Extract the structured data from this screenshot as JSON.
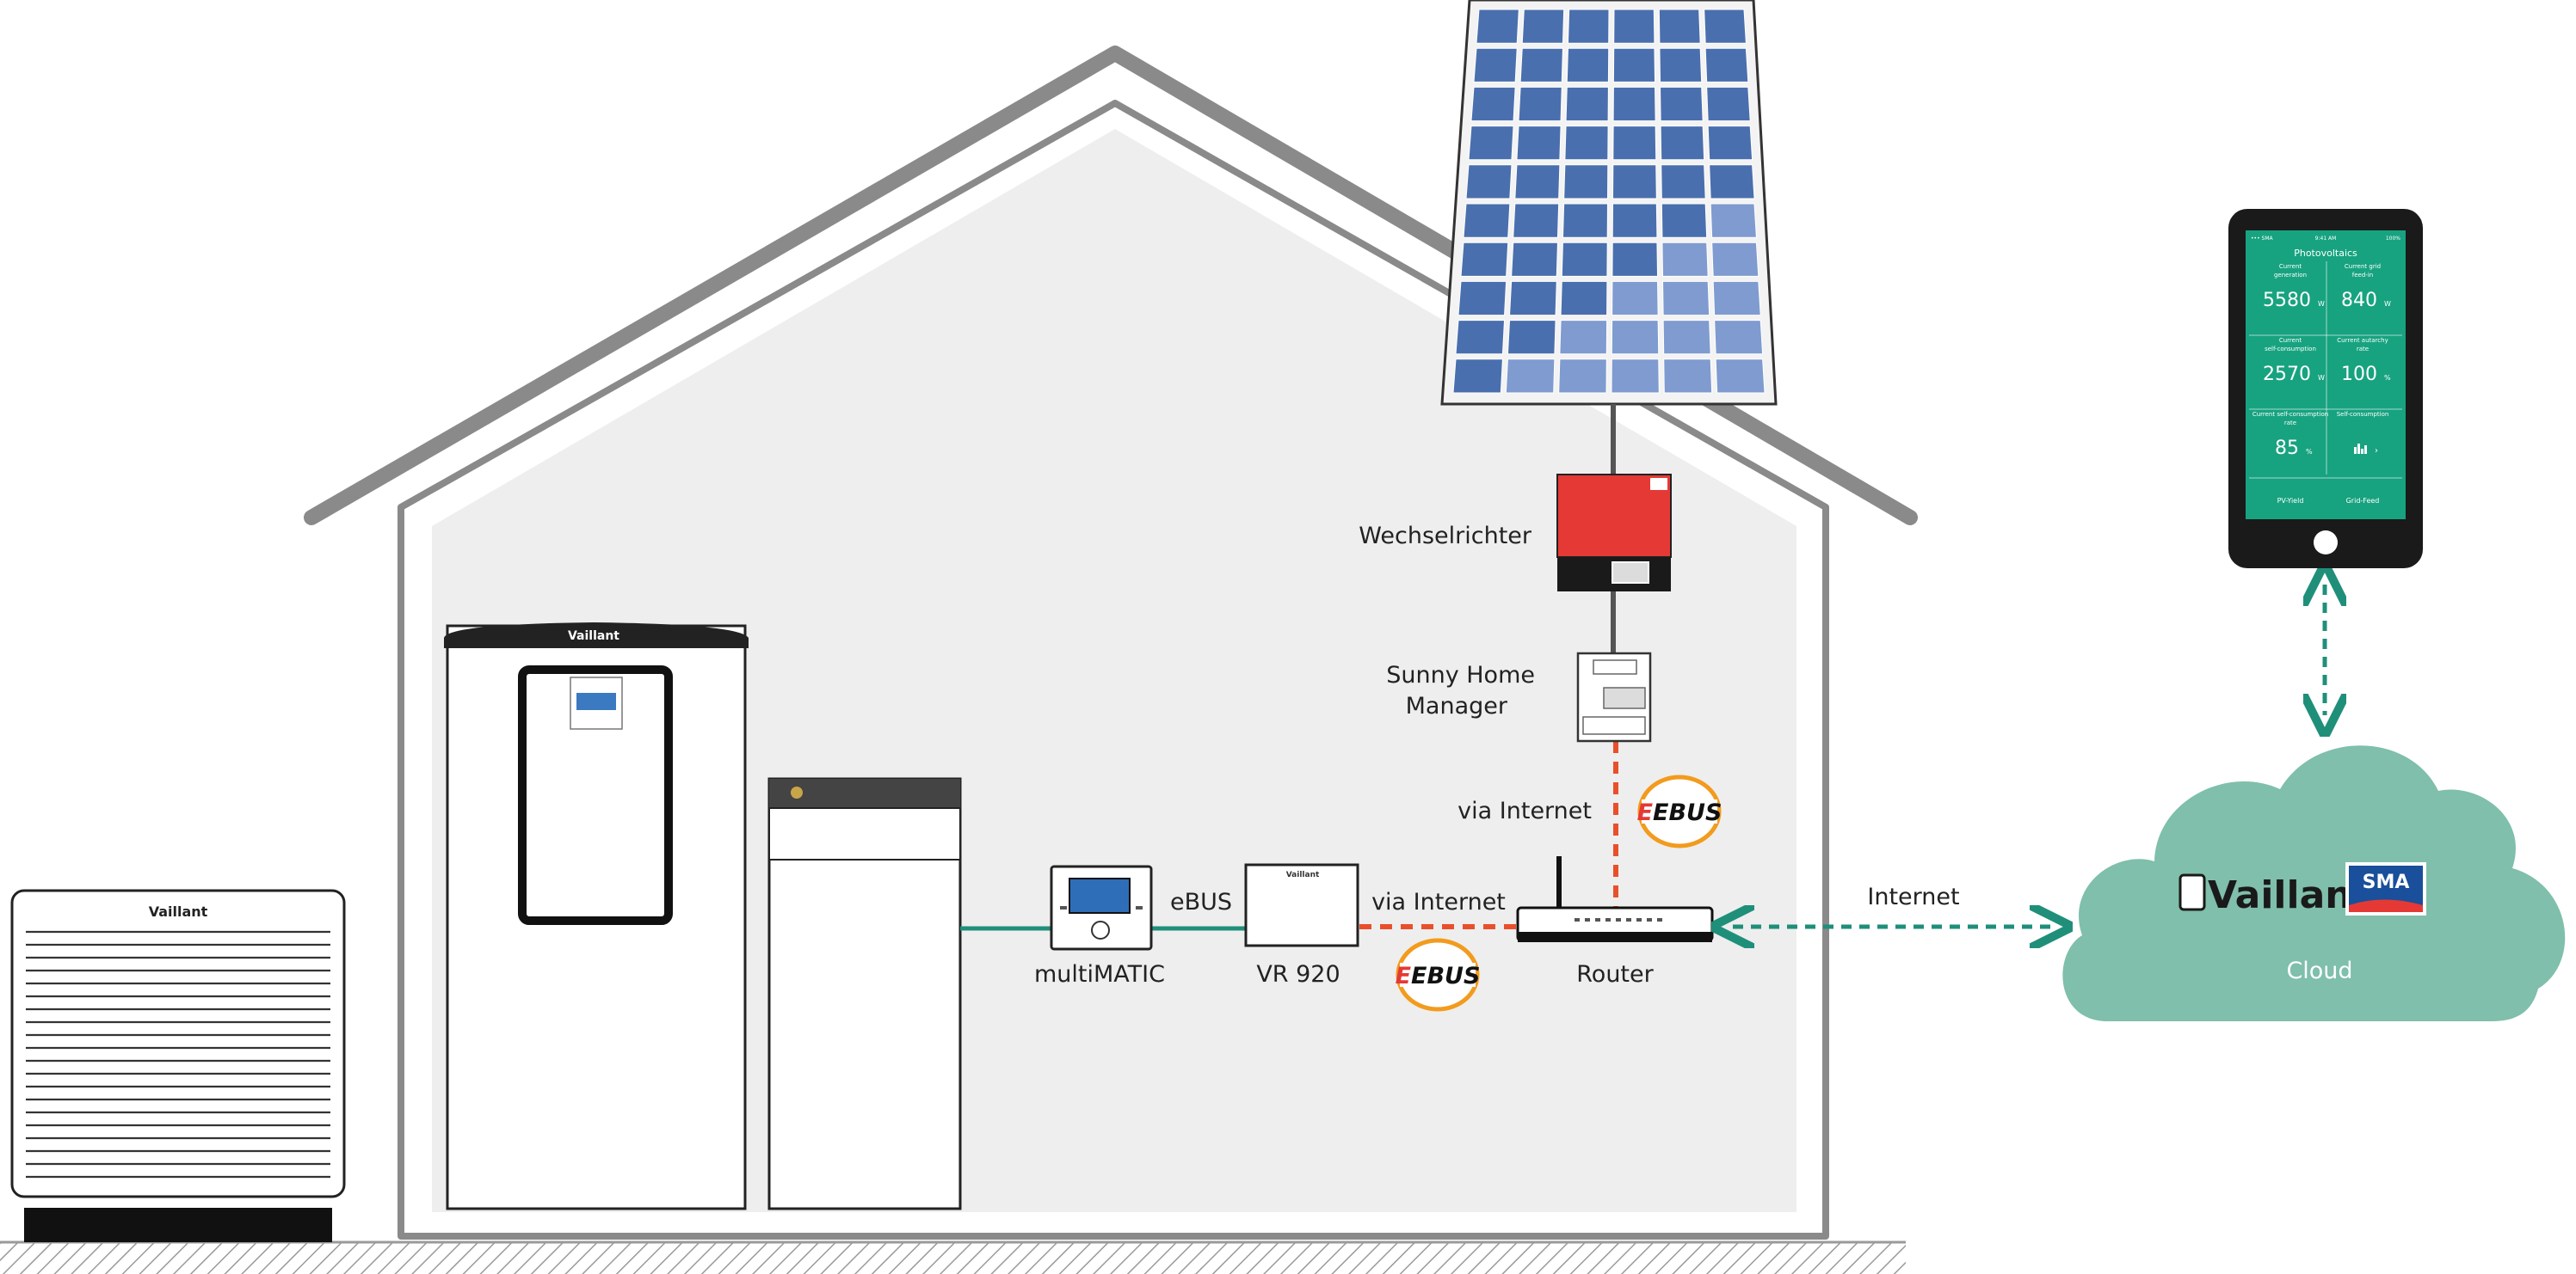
{
  "labels": {
    "inverter": "Wechselrichter",
    "home_manager_line1": "Sunny Home",
    "home_manager_line2": "Manager",
    "via_internet_upper": "via Internet",
    "via_internet_lower": "via Internet",
    "ebus_link": "eBUS",
    "controller": "multiMATIC",
    "gateway": "VR 920",
    "router": "Router",
    "internet": "Internet",
    "cloud": "Cloud"
  },
  "logos": {
    "vaillant": "Vaillant",
    "sma": "SMA",
    "ebus": "EBUS"
  },
  "phone": {
    "status_left": "••• SMA",
    "status_time": "9:41 AM",
    "status_right": "100%",
    "title": "Photovoltaics",
    "tiles": [
      {
        "label": "Current generation",
        "value": "5580",
        "unit": "W"
      },
      {
        "label": "Current grid feed-in",
        "value": "840",
        "unit": "W"
      },
      {
        "label": "Current self-consumption",
        "value": "2570",
        "unit": "W"
      },
      {
        "label": "Current autarchy rate",
        "value": "100",
        "unit": "%"
      },
      {
        "label": "Current self-consumption rate",
        "value": "85",
        "unit": "%"
      },
      {
        "label": "Self-consumption",
        "value": "",
        "unit": ""
      }
    ],
    "nav": [
      "PV-Yield",
      "Grid-Feed"
    ]
  },
  "colors": {
    "teal_line": "#1f8f7a",
    "orange_dash": "#e8502b",
    "cloud": "#7fbfab",
    "inverter_red": "#e53935",
    "phone_screen": "#17a37f",
    "solar_blue": "#4a6fae",
    "house_fill": "#eeeeee",
    "house_outline": "#7a7a7a"
  }
}
